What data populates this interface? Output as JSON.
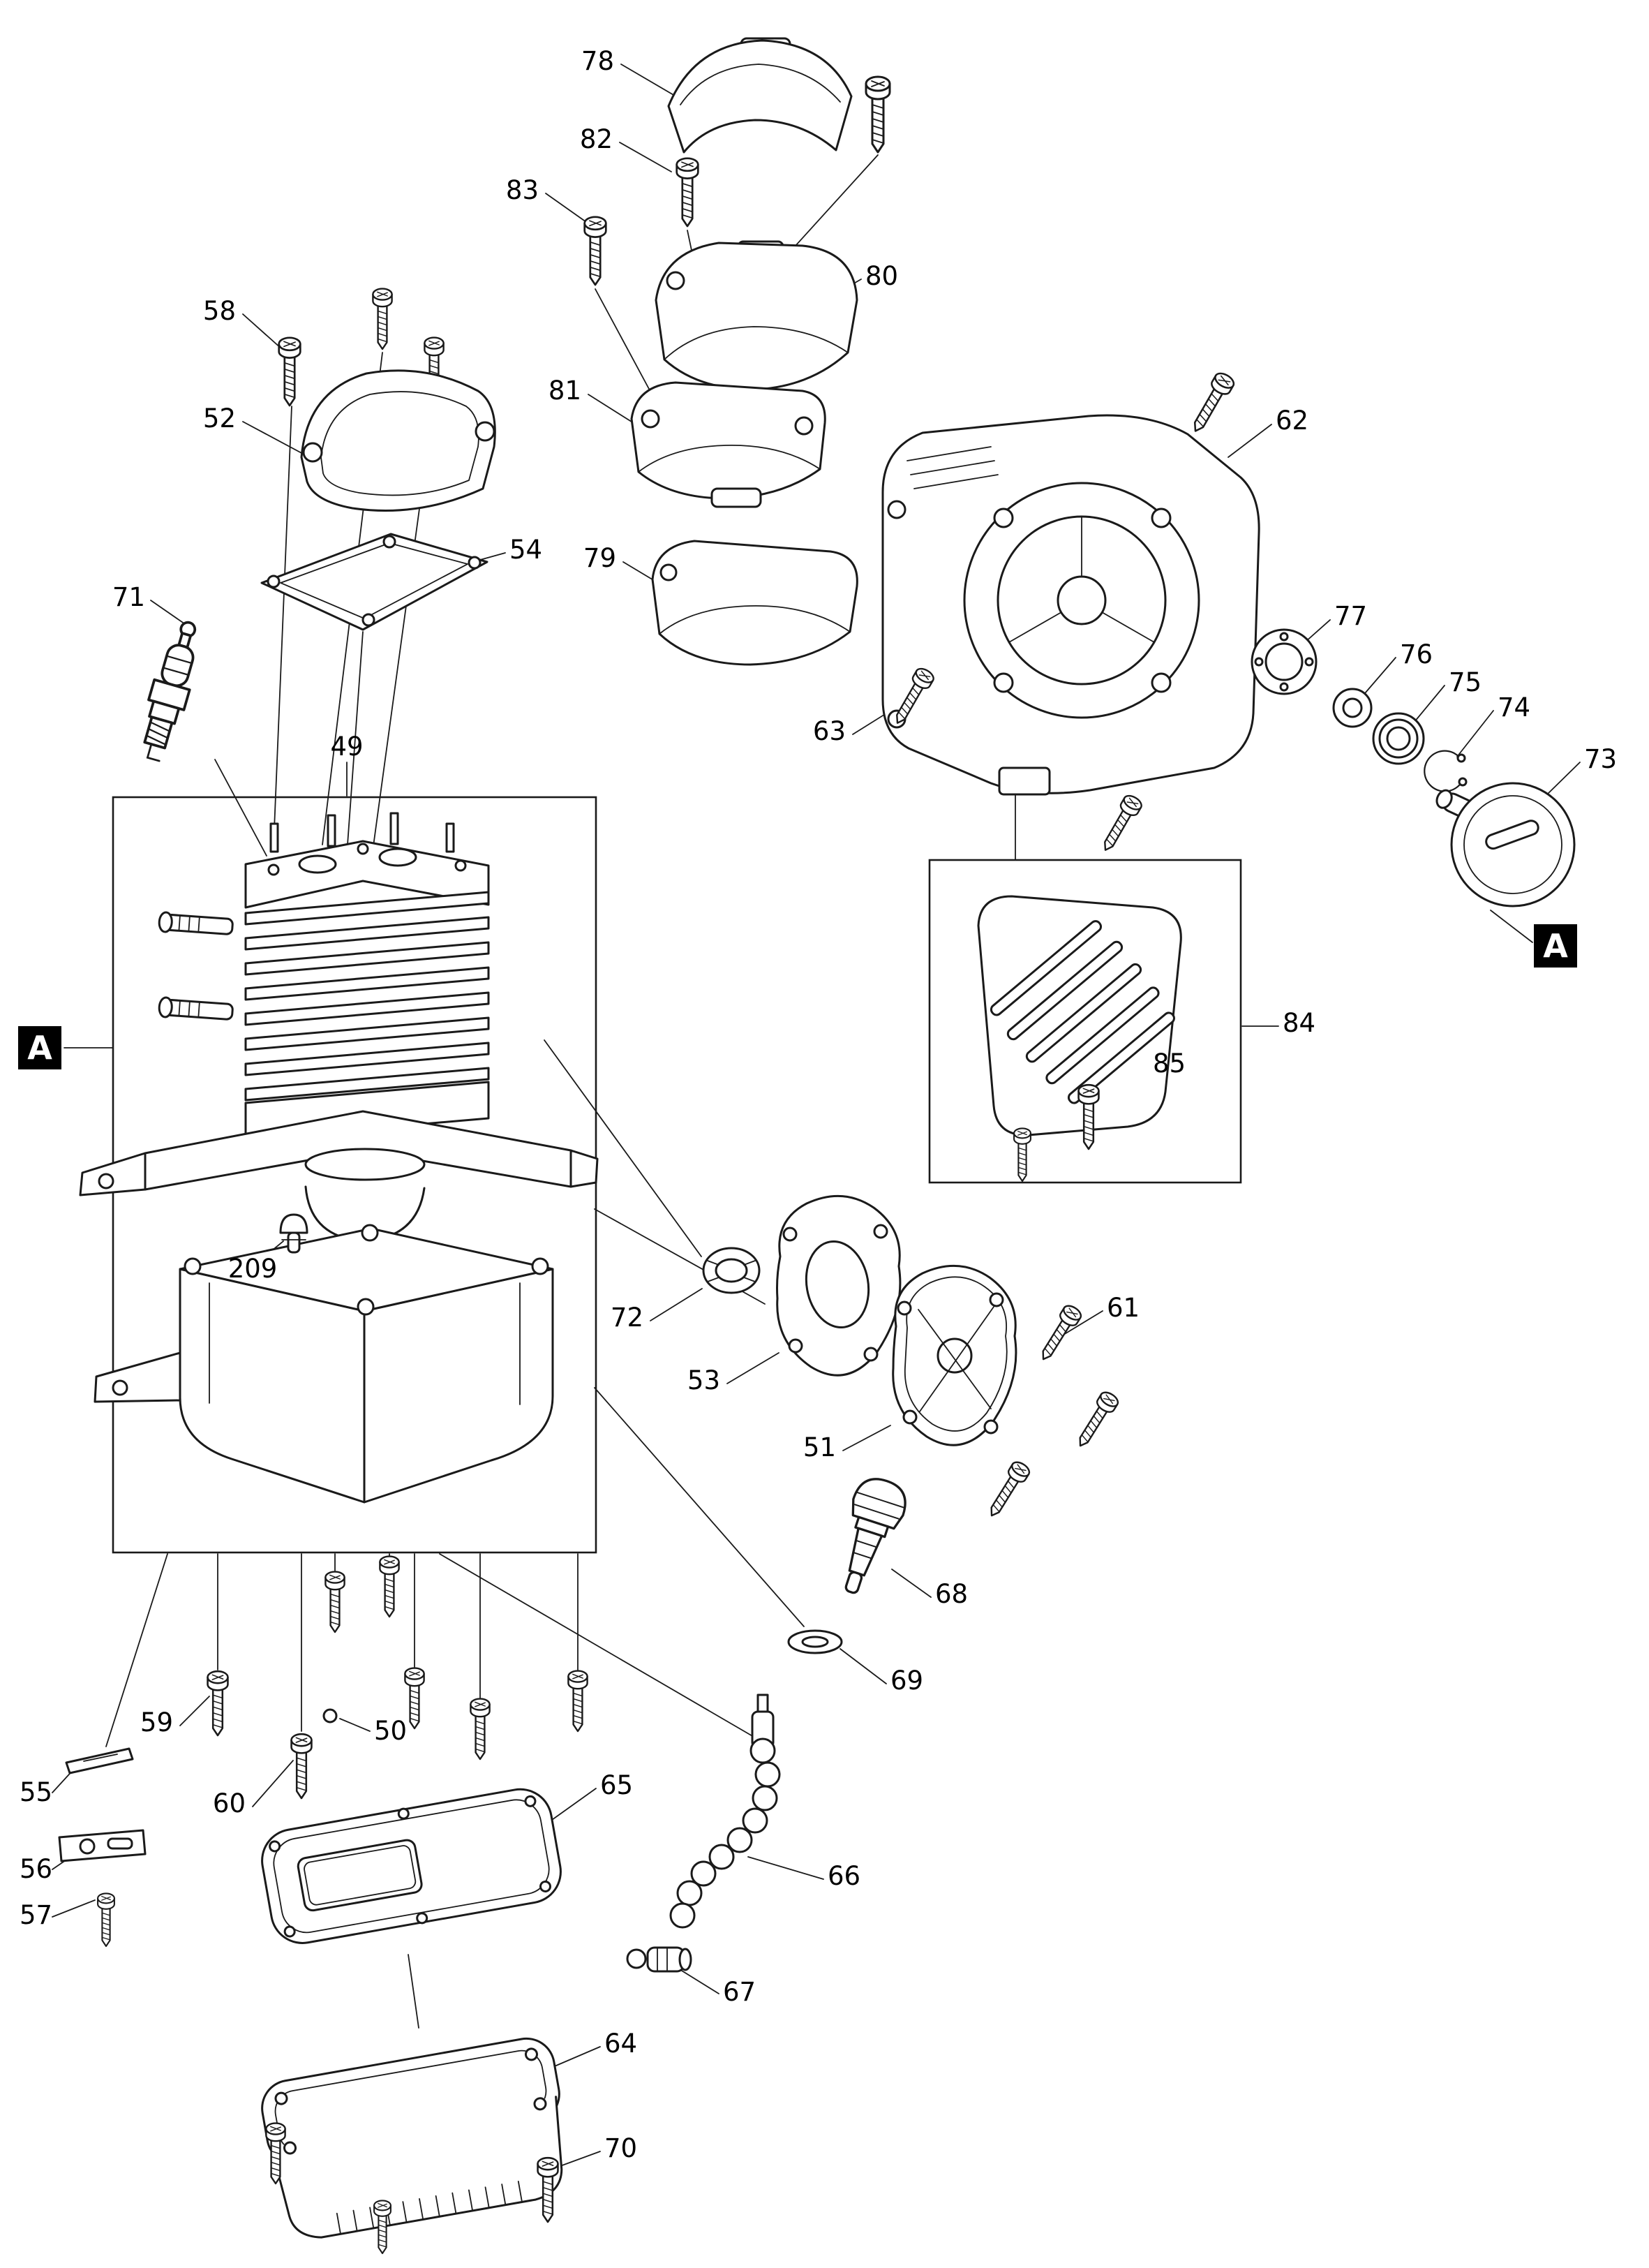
{
  "diagram": {
    "type": "exploded-parts-diagram",
    "part_labels": {
      "p49": "49",
      "p50": "50",
      "p51": "51",
      "p52": "52",
      "p53": "53",
      "p54": "54",
      "p55": "55",
      "p56": "56",
      "p57": "57",
      "p58": "58",
      "p59": "59",
      "p60": "60",
      "p61": "61",
      "p62": "62",
      "p63": "63",
      "p64": "64",
      "p65": "65",
      "p66": "66",
      "p67": "67",
      "p68": "68",
      "p69": "69",
      "p70": "70",
      "p71": "71",
      "p72": "72",
      "p73": "73",
      "p74": "74",
      "p75": "75",
      "p76": "76",
      "p77": "77",
      "p78": "78",
      "p79": "79",
      "p80": "80",
      "p81": "81",
      "p82": "82",
      "p83": "83",
      "p84": "84",
      "p85": "85",
      "p209": "209"
    },
    "section_markers": {
      "left": "A",
      "right": "A"
    },
    "colors": {
      "line": "#1a1a1a",
      "background": "#ffffff",
      "marker_bg": "#000000",
      "marker_text": "#ffffff"
    }
  }
}
